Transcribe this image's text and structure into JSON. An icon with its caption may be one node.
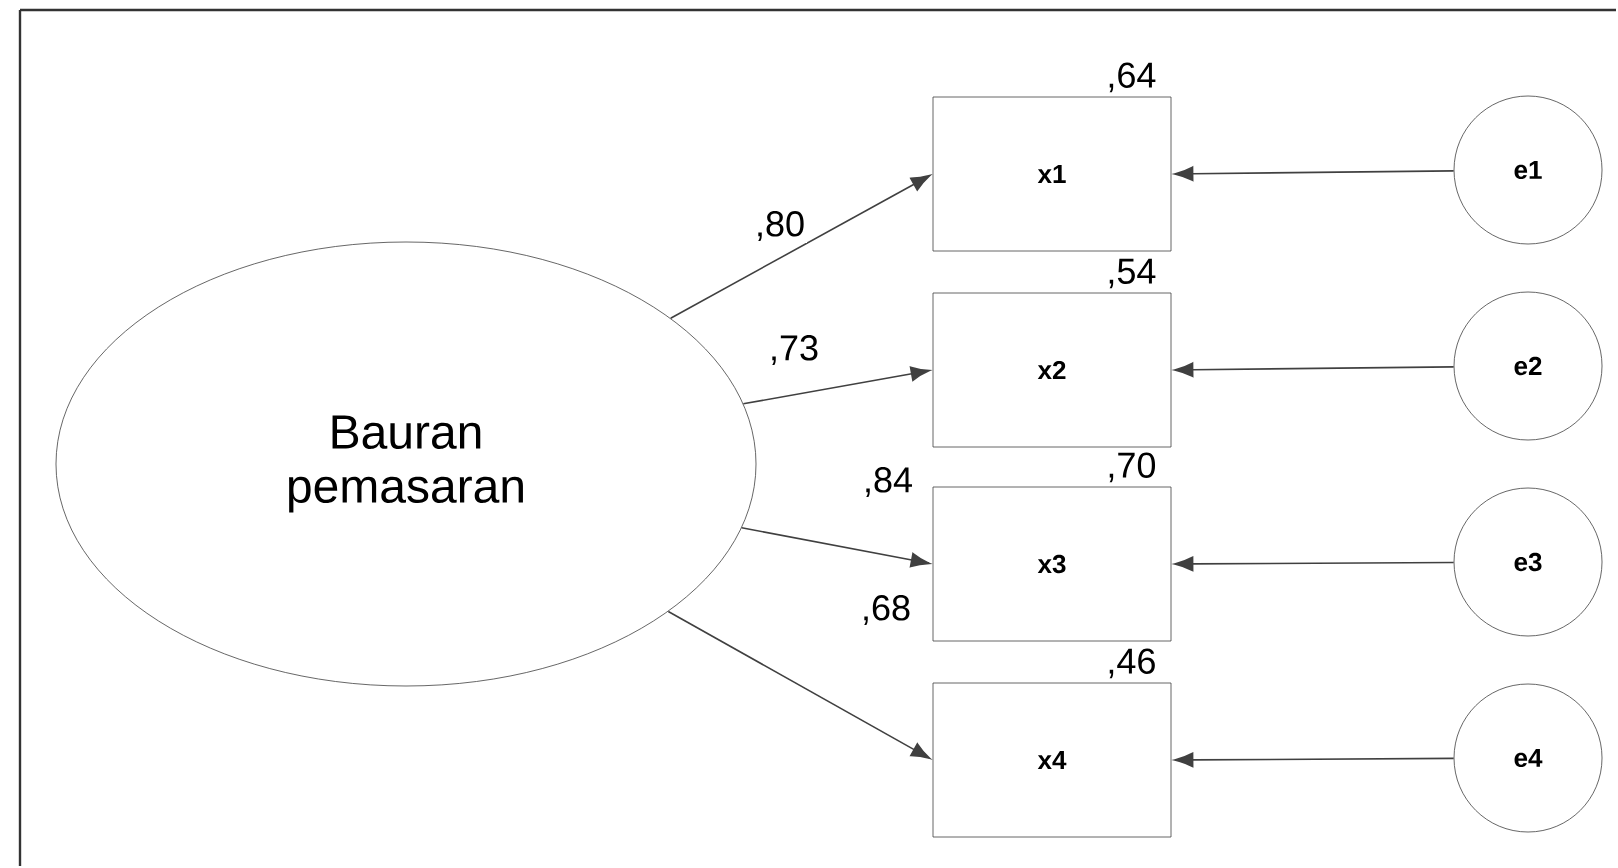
{
  "diagram": {
    "nodes": [
      {
        "text": [
          "Bauran pemasaran"
        ]
      },
      {
        "text": [
          "x1"
        ],
        "beside": [
          ",64"
        ]
      },
      {
        "text": [
          "x2"
        ],
        "beside": [
          ",54"
        ]
      },
      {
        "text": [
          "x3"
        ],
        "beside": [
          ",70"
        ]
      },
      {
        "text": [
          "x4"
        ],
        "beside": [
          ",46"
        ]
      },
      {
        "text": [
          "e1"
        ]
      },
      {
        "text": [
          "e2"
        ]
      },
      {
        "text": [
          "e3"
        ]
      },
      {
        "text": [
          "e4"
        ]
      }
    ],
    "edges": [
      {
        "from": 0,
        "to": 1,
        "arrow": "to",
        "label": ",80"
      },
      {
        "from": 0,
        "to": 2,
        "arrow": "to",
        "label": ",73"
      },
      {
        "from": 0,
        "to": 3,
        "arrow": "to",
        "label": ",84"
      },
      {
        "from": 0,
        "to": 4,
        "arrow": "to",
        "label": ",68"
      },
      {
        "from": 5,
        "to": 1,
        "arrow": "to"
      },
      {
        "from": 6,
        "to": 2,
        "arrow": "to"
      },
      {
        "from": 7,
        "to": 3,
        "arrow": "to"
      },
      {
        "from": 8,
        "to": 4,
        "arrow": "to"
      }
    ]
  }
}
